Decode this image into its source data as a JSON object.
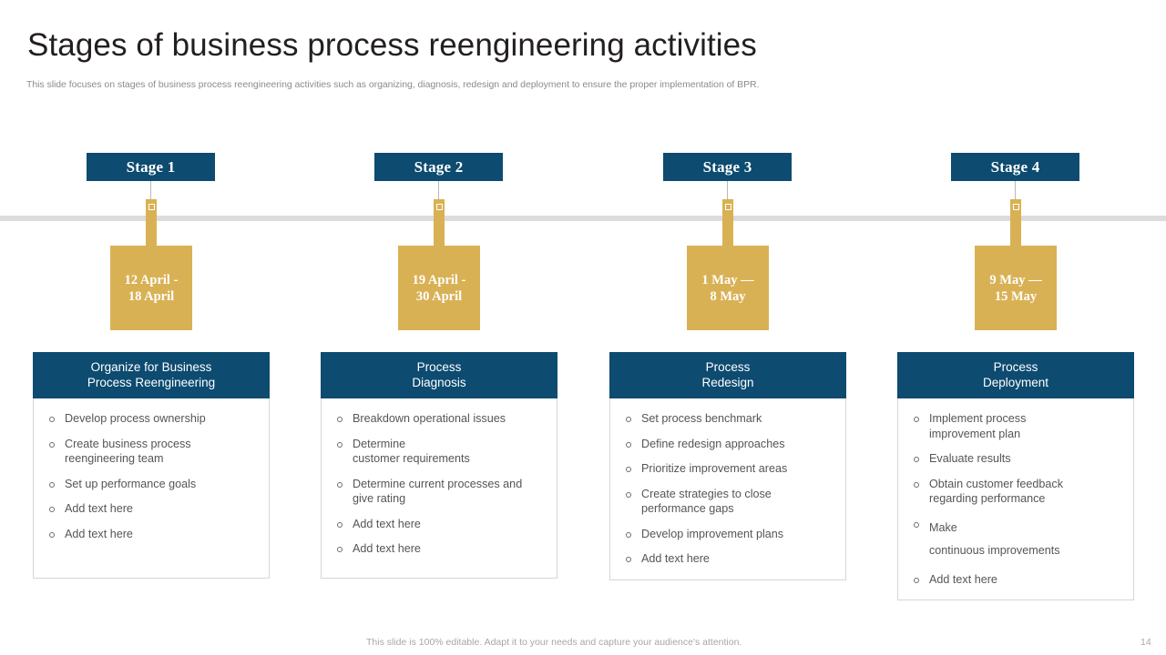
{
  "header": {
    "title": "Stages of business process reengineering  activities",
    "subtitle": "This slide focuses on stages of business process reengineering activities such as organizing, diagnosis, redesign and deployment to ensure the proper implementation of BPR."
  },
  "colors": {
    "brand_dark_blue": "#0d4b70",
    "accent_gold": "#d9b155",
    "rail_gray": "#dcdcdc",
    "body_text": "#555555",
    "muted_text": "#a6a6a6"
  },
  "timeline": {
    "rail_visible": true,
    "stages": [
      {
        "badge": "Stage 1",
        "date_range": "12 April -\n18 April",
        "card_title": "Organize for Business\nProcess Reengineering",
        "bullets": [
          "Develop process ownership",
          "Create business process\nreengineering team",
          "Set up performance goals",
          "Add text here",
          "Add text here"
        ]
      },
      {
        "badge": "Stage 2",
        "date_range": "19 April -\n30 April",
        "card_title": "Process\nDiagnosis",
        "bullets": [
          "Breakdown operational issues",
          "Determine\ncustomer requirements",
          "Determine current processes and\ngive rating",
          "Add text here",
          "Add text here"
        ]
      },
      {
        "badge": "Stage 3",
        "date_range": "1 May —\n8 May",
        "card_title": "Process\nRedesign",
        "bullets": [
          "Set process benchmark",
          "Define redesign approaches",
          "Prioritize improvement areas",
          "Create strategies to close\nperformance gaps",
          "Develop improvement plans",
          "Add text here"
        ]
      },
      {
        "badge": "Stage 4",
        "date_range": "9 May —\n15 May",
        "card_title": "Process\nDeployment",
        "bullets": [
          "Implement process\nimprovement plan",
          "Evaluate results",
          "Obtain customer feedback\nregarding performance",
          "Make\ncontinuous improvements",
          "Add text here"
        ],
        "loose_bullet_index": 3
      }
    ]
  },
  "footer": {
    "note": "This slide is 100% editable. Adapt it to your needs and capture your audience's attention.",
    "page_number": "14"
  }
}
